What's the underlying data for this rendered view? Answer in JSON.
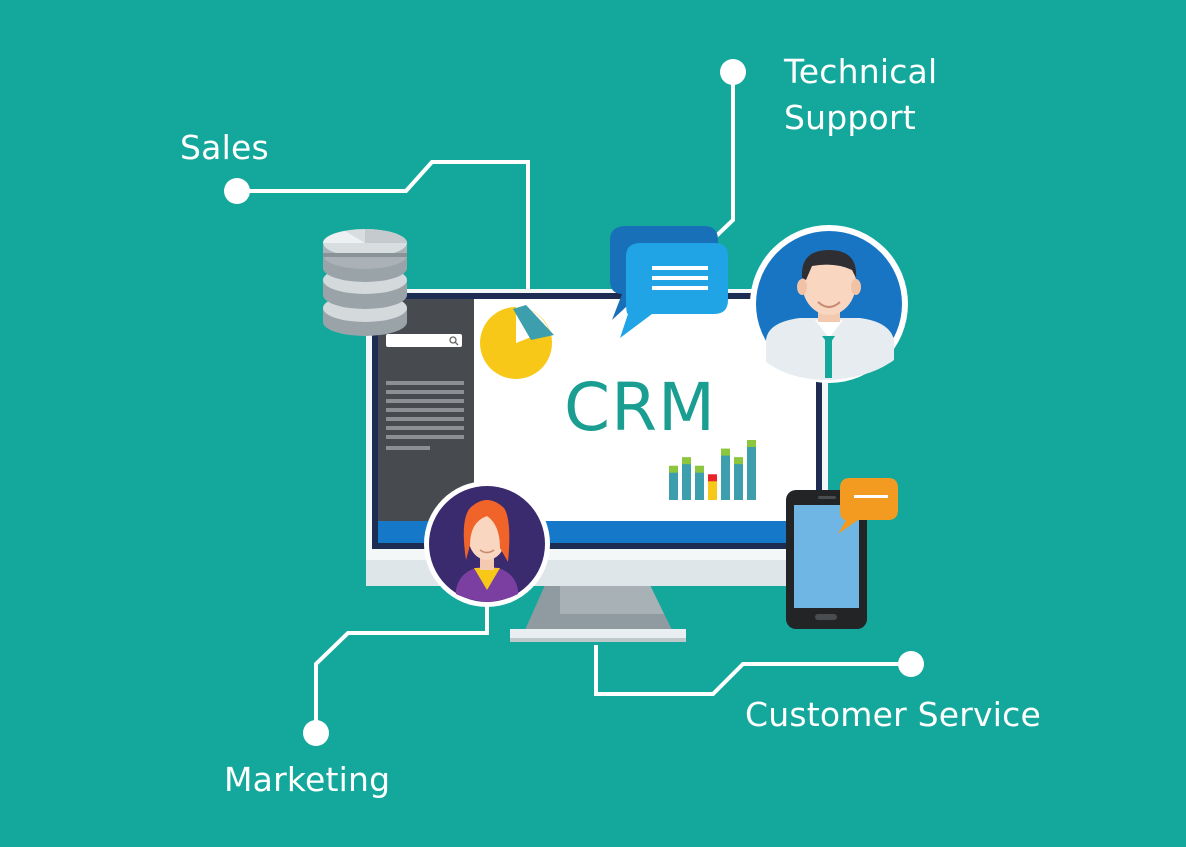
{
  "title": "CRM",
  "labels": {
    "sales": "Sales",
    "technical_support": [
      "Technical",
      "Support"
    ],
    "customer_service": "Customer Service",
    "marketing": "Marketing"
  },
  "icons": [
    "database-icon",
    "pie-chart-icon",
    "chat-bubble-icon",
    "male-avatar-icon",
    "female-avatar-icon",
    "smartphone-icon",
    "bar-chart-icon",
    "search-icon"
  ],
  "colors": {
    "background": "#14a89d",
    "crm_text": "#1b9e92",
    "connector": "#ffffff",
    "pie_main": "#f7c817",
    "pie_slice": "#3d9ead",
    "chat_bubble": "#1a9be0",
    "phone_bubble": "#f39b20",
    "avatar_male_bg": "#1875c4",
    "avatar_female_bg": "#3a2a6e",
    "bar_top_green": "#8cc63f",
    "bar_red": "#e8232a",
    "bar_yellow": "#f7c817",
    "bar_blue": "#3d9ead"
  },
  "chart_data": {
    "type": "bar",
    "series": [
      {
        "values": [
          4,
          5,
          4,
          3,
          6,
          5,
          7
        ]
      }
    ]
  }
}
